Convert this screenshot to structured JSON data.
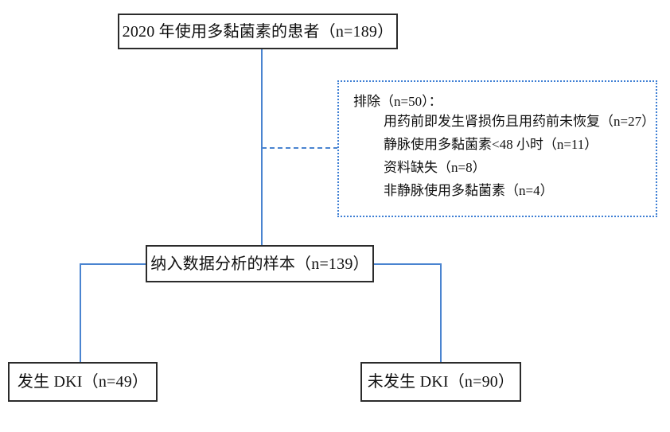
{
  "figure": {
    "type": "flowchart",
    "title": "",
    "colors": {
      "box_border": "#2b2b2b",
      "connector": "#4a84d0",
      "exclusion_border": "#3e7fd4",
      "text": "#101010",
      "background": "#ffffff"
    }
  },
  "nodes": {
    "cohort": {
      "label": "2020 年使用多黏菌素的患者（n=189）",
      "n": 189
    },
    "analyzed": {
      "label": "纳入数据分析的样本（n=139）",
      "n": 139
    },
    "aki_yes": {
      "label": "发生 DKI（n=49）",
      "n": 49
    },
    "aki_no": {
      "label": "未发生 DKI（n=90）",
      "n": 90
    }
  },
  "exclusions": {
    "title": "排除（n=50）：",
    "total": 50,
    "items": [
      {
        "label": "用药前即发生肾损伤且用药前未恢复（n=27）",
        "n": 27
      },
      {
        "label": "静脉使用多黏菌素<48 小时（n=11）",
        "n": 11
      },
      {
        "label": "资料缺失（n=8）",
        "n": 8
      },
      {
        "label": "非静脉使用多黏菌素（n=4）",
        "n": 4
      }
    ]
  },
  "connectors": {
    "trunk": "cohort-to-analyzed",
    "exclusion_link": "trunk-to-exclusions",
    "left_branch": "analyzed-to-aki-yes",
    "right_branch": "analyzed-to-aki-no"
  }
}
